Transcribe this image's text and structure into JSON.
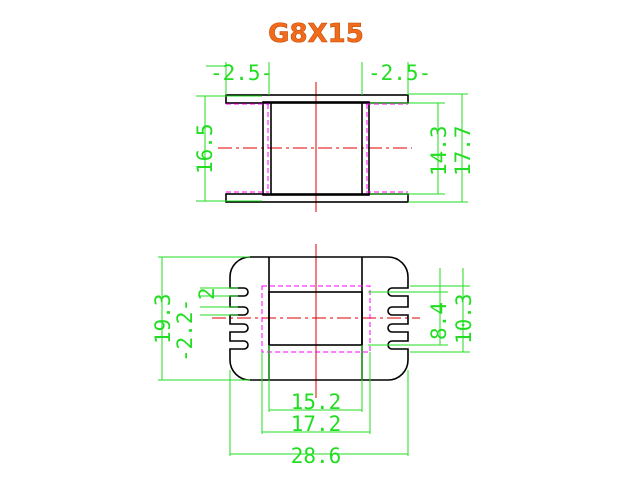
{
  "title": "G8X15",
  "colors": {
    "title": "#f26b1d",
    "dimension": "#22dd22",
    "outline": "#000000",
    "centerline": "#e00000",
    "hidden_line": "#ff00ff"
  },
  "side_view": {
    "dims": {
      "flange_left": "-2.5-",
      "flange_right": "-2.5-",
      "overall_height": "16.5",
      "inner_height": "14.3",
      "flange_height": "17.7"
    }
  },
  "top_view": {
    "dims": {
      "body_height": "19.3",
      "slot_pitch": "2",
      "slot_width": "-2.2-",
      "window_height": "8.4",
      "window_outer_height": "10.3",
      "inner_width": "15.2",
      "outer_width": "17.2",
      "overall_width": "28.6"
    }
  }
}
